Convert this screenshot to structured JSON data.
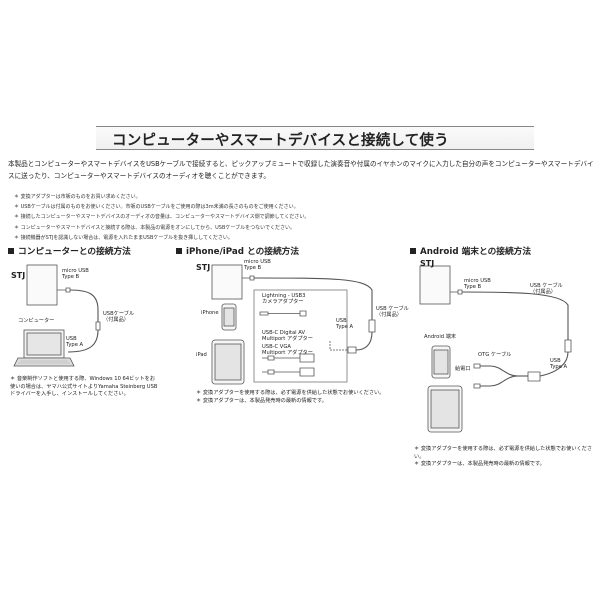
{
  "title": "コンピューターやスマートデバイスと接続して使う",
  "intro": "本製品とコンピューターやスマートデバイスをUSBケーブルで接続すると、ピックアップミュートで収録した演奏音や付属のイヤホンのマイクに入力した自分の声をコンピューターやスマートデバイスに送ったり、コンピューターやスマートデバイスのオーディオを聴くことができます。",
  "notes": [
    "変換アダプターは市販のものをお買い求めください。",
    "USBケーブルは付属のものをお使いください。市販のUSBケーブルをご使用の際は3m未満の長さのものをご使用ください。",
    "接続したコンピューターやスマートデバイスのオーディオの音量は、コンピューターやスマートデバイス側で調節してください。",
    "コンピューターやスマートデバイスと接続する際は、本製品の電源をオンにしてから、USBケーブルをつないでください。",
    "接続機器がSTJを認識しない場合は、電源を入れたままUSBケーブルを抜き挿ししてください。"
  ],
  "sections": {
    "computer": {
      "heading": "コンピューターとの接続方法",
      "device": "STJ",
      "micro_usb": "micro USB\nType B",
      "cable": "USBケーブル\n（付属品）",
      "computer_label": "コンピューター",
      "usb_a": "USB\nType A",
      "footnote": "音楽制作ソフトと使用する際、Windows 10 64ビットをお使いの場合は、ヤマハ公式サイトよりYamaha Steinberg USB ドライバーを入手し、インストールしてください。"
    },
    "iphone": {
      "heading": "iPhone/iPad との接続方法",
      "device": "STJ",
      "micro_usb": "micro USB\nType B",
      "cable": "USB ケーブル\n（付属品）",
      "iphone_label": "iPhone",
      "ipad_label": "iPad",
      "lightning": "Lightning - USB3\nカメラアダプター",
      "usbc_av": "USB-C Digital AV\nMultiport アダプター",
      "usbc_vga": "USB-C VGA\nMultiport アダプター",
      "usb_a": "USB\nType A",
      "footnotes": [
        "変換アダプターを使用する際は、必ず電源を供給した状態でお使いください。",
        "変換アダプターは、本製品発売時の最新の情報です。"
      ]
    },
    "android": {
      "heading": "Android 端末との接続方法",
      "device": "STJ",
      "micro_usb": "micro USB\nType B",
      "cable": "USB ケーブル\n（付属品）",
      "terminal_label": "Android 端末",
      "otg": "OTG ケーブル",
      "power": "給電口",
      "usb_a": "USB\nType A",
      "footnotes": [
        "変換アダプターを使用する際は、必ず電源を供給した状態でお使いください。",
        "変換アダプターは、本製品発売時の最新の情報です。"
      ]
    }
  }
}
